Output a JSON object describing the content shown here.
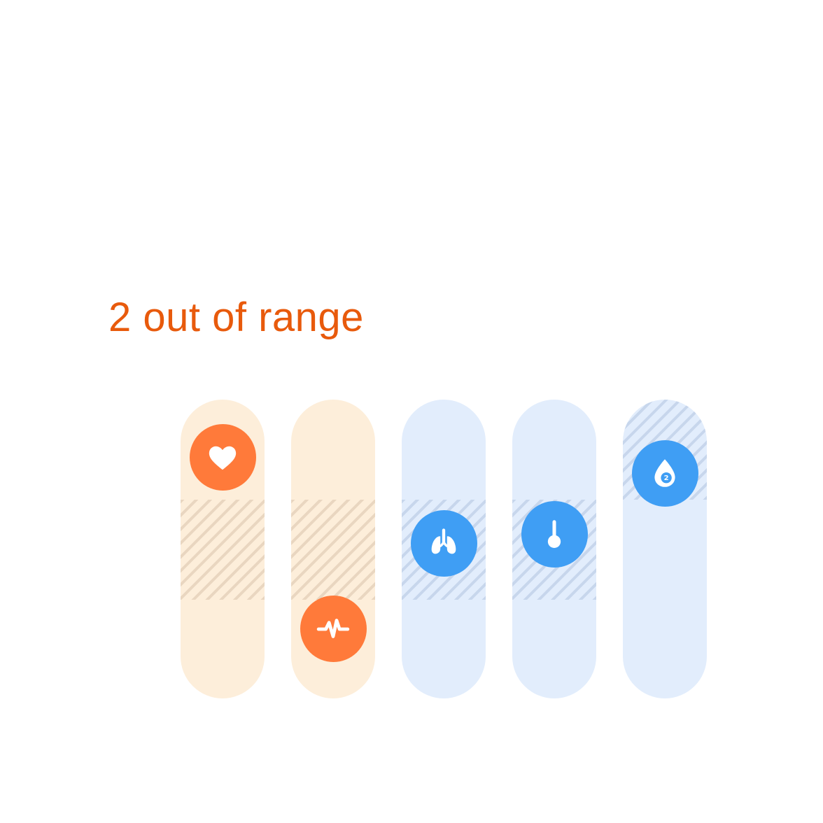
{
  "status": {
    "text": "2 out of range",
    "color": "#E85A0C"
  },
  "colors": {
    "alert_knob": "#FF7A3A",
    "alert_track": "#FDEEDA",
    "alert_hatch": "#E9D6C0",
    "normal_knob": "#3F9EF4",
    "normal_track": "#E2EDFC",
    "normal_hatch": "#C7D6EC"
  },
  "vitals": [
    {
      "icon": "heart-icon",
      "state": "alert",
      "level": 0.88
    },
    {
      "icon": "pulse-icon",
      "state": "alert",
      "level": 0.12
    },
    {
      "icon": "lungs-icon",
      "state": "normal",
      "level": 0.5
    },
    {
      "icon": "thermometer-icon",
      "state": "normal",
      "level": 0.54
    },
    {
      "icon": "oxygen-drop-icon",
      "state": "normal",
      "level": 0.81
    }
  ]
}
